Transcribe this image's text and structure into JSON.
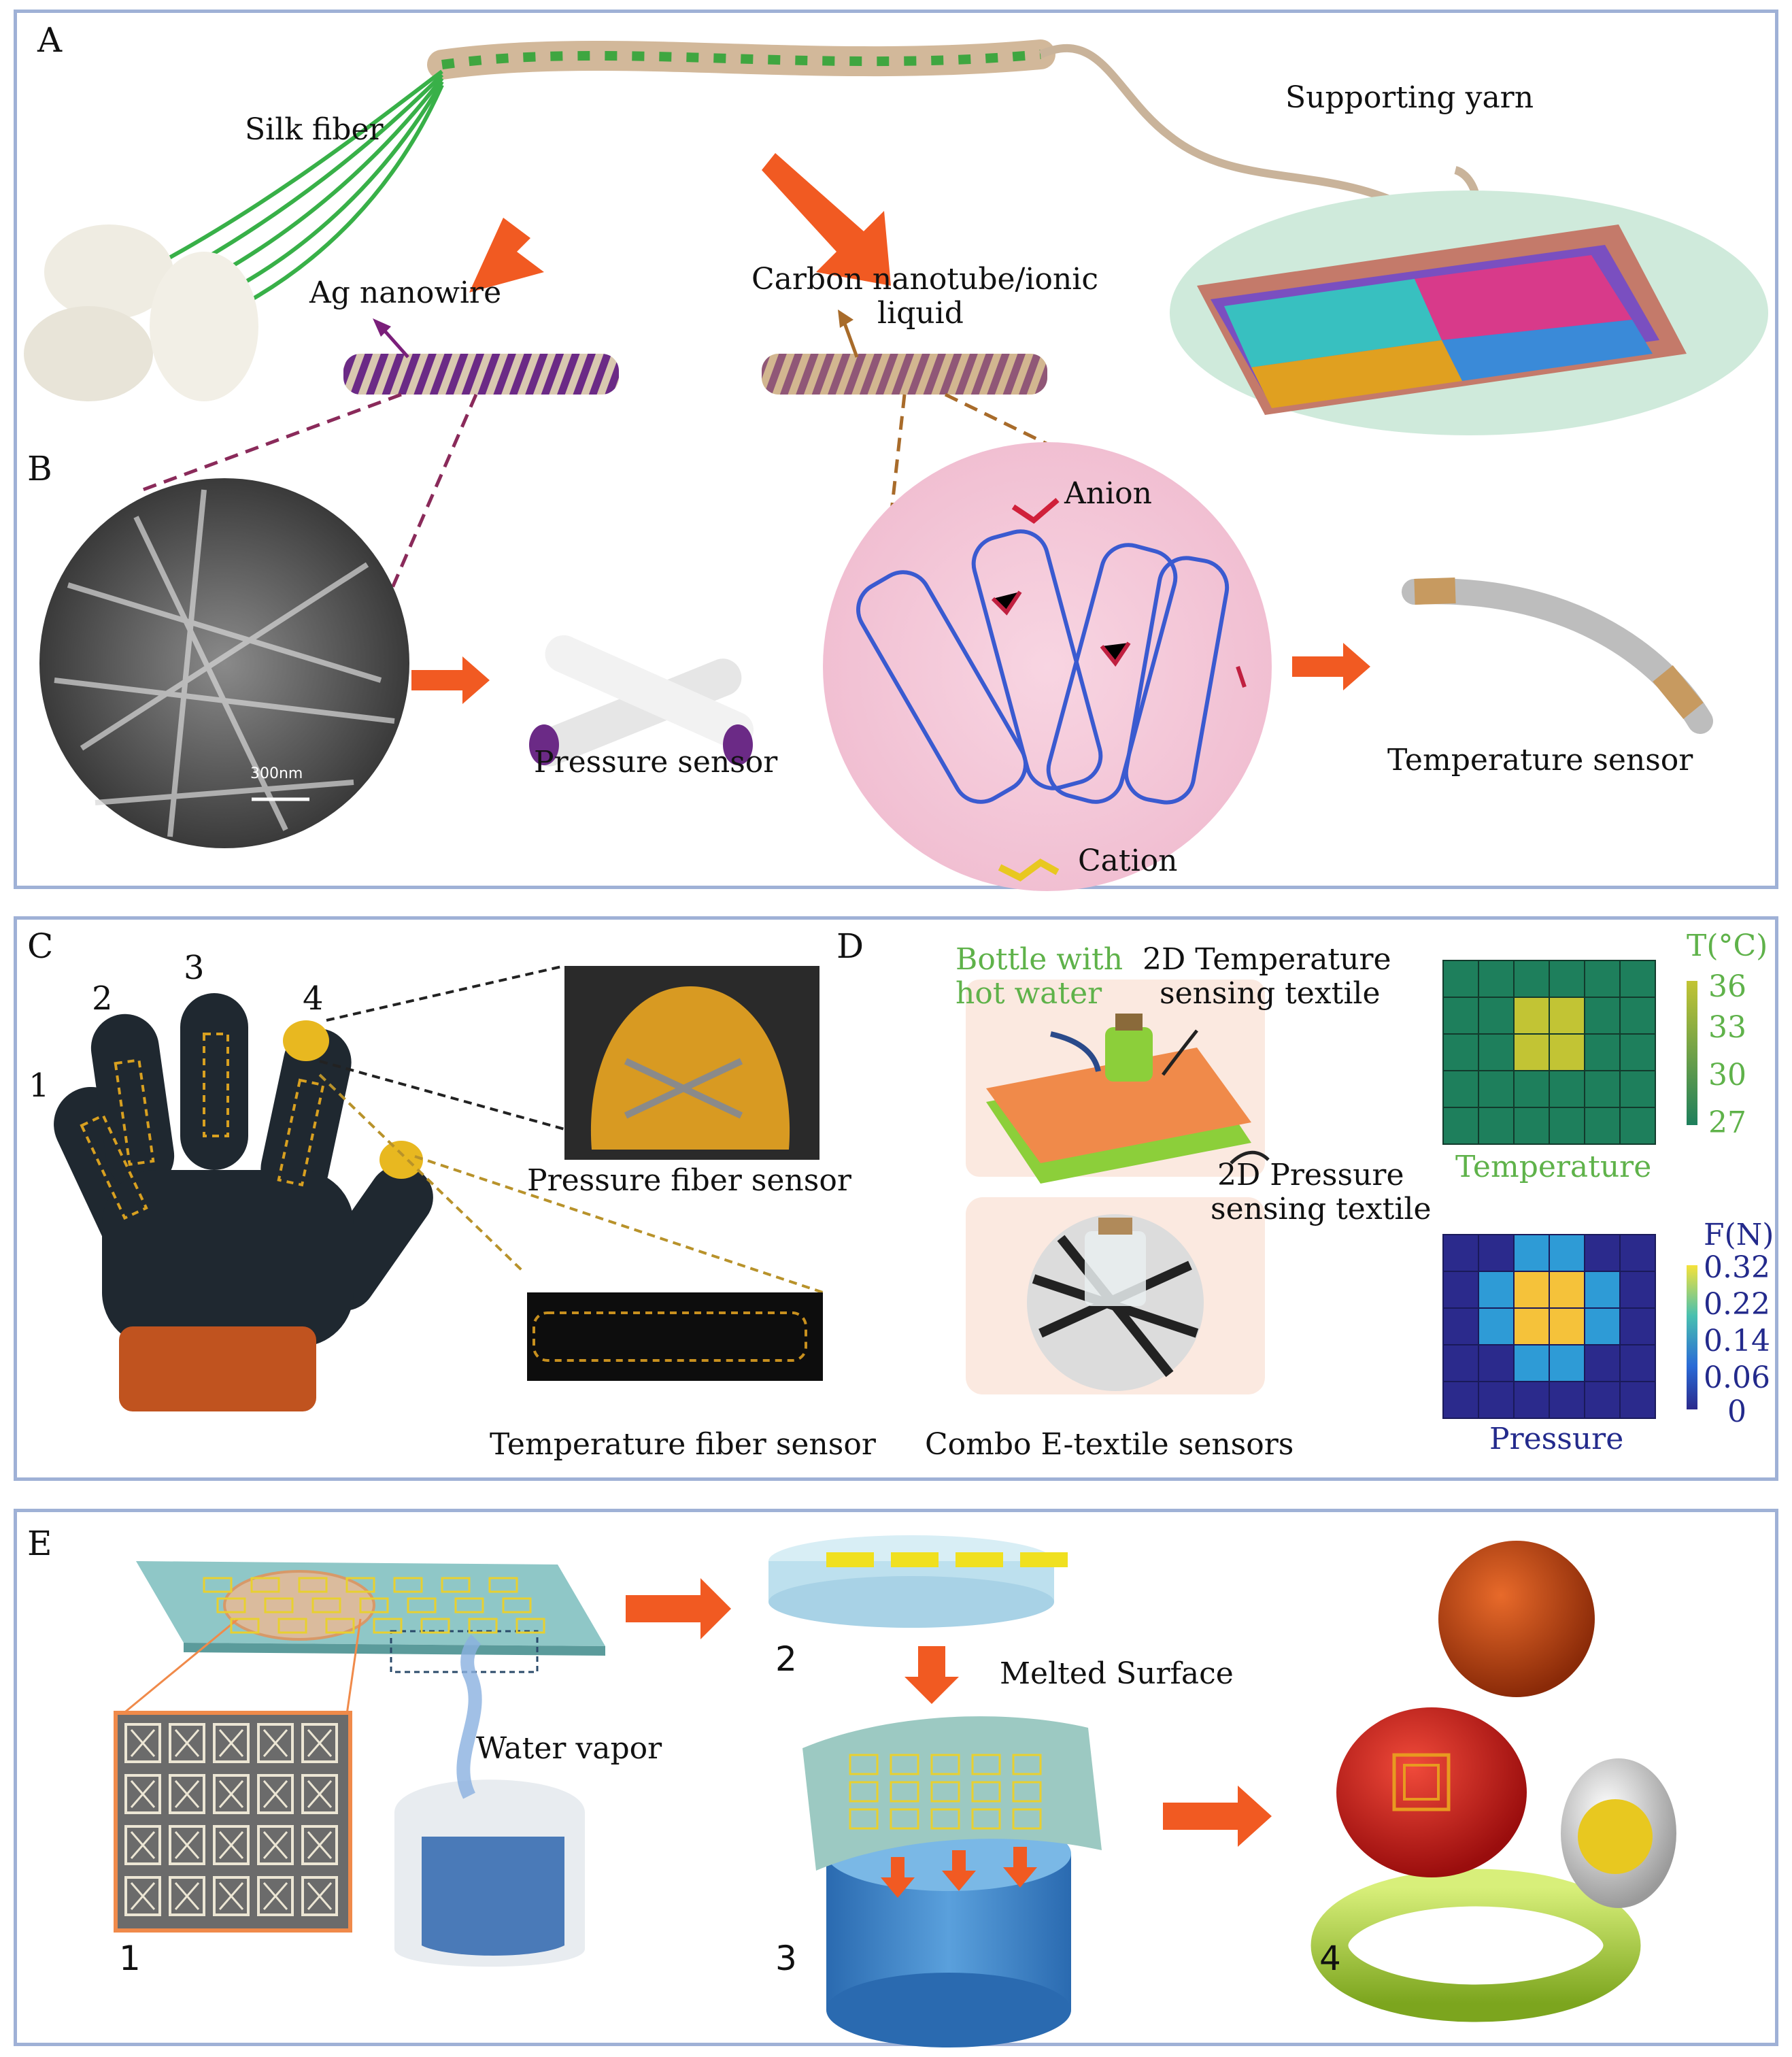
{
  "panels": {
    "a": "A",
    "b": "B",
    "c": "C",
    "d": "D",
    "e": "E"
  },
  "panel_a": {
    "silk_fiber": "Silk fiber",
    "supporting_yarn": "Supporting yarn",
    "ag_nanowire": "Ag nanowire",
    "cnt_line1": "Carbon nanotube/ionic",
    "cnt_line2": "liquid"
  },
  "panel_b": {
    "scale_bar": "300nm",
    "pressure_sensor": "Pressure sensor",
    "anion": "Anion",
    "cation": "Cation",
    "temperature_sensor": "Temperature sensor"
  },
  "panel_c": {
    "fingers": [
      "1",
      "2",
      "3",
      "4"
    ],
    "pressure_fiber_sensor": "Pressure fiber sensor",
    "temperature_fiber_sensor": "Temperature fiber sensor"
  },
  "panel_d": {
    "bottle_line1": "Bottle with",
    "bottle_line2": "hot water",
    "temp_textile_line1": "2D Temperature",
    "temp_textile_line2": "sensing textile",
    "pressure_textile_line1": "2D Pressure",
    "pressure_textile_line2": "sensing textile",
    "combo": "Combo E-textile sensors",
    "temp_unit": "T(°C)",
    "temp_ticks": [
      "36",
      "33",
      "30",
      "27"
    ],
    "temp_title": "Temperature",
    "force_unit": "F(N)",
    "force_ticks": [
      "0.32",
      "0.22",
      "0.14",
      "0.06",
      "0"
    ],
    "pressure_title": "Pressure",
    "colors": {
      "temp_bg": "#1e7f5c",
      "temp_hot": "#c2c434",
      "pres_bg": "#2b2a8c",
      "pres_mid": "#2e9bd6",
      "pres_hot": "#f5c23a"
    }
  },
  "panel_e": {
    "steps": [
      "1",
      "2",
      "3",
      "4"
    ],
    "water_vapor": "Water vapor",
    "melted_surface": "Melted Surface"
  }
}
